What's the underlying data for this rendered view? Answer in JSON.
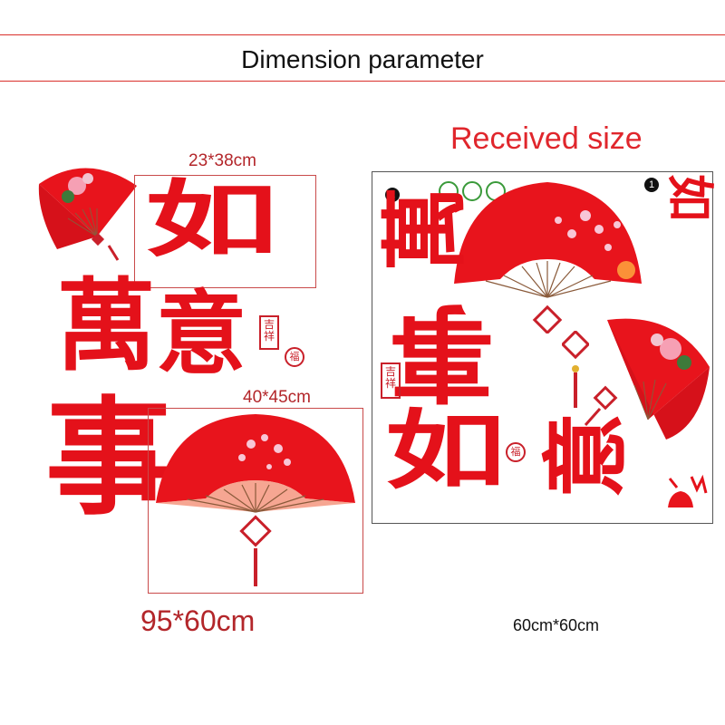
{
  "header": {
    "title": "Dimension parameter"
  },
  "left": {
    "dim_small_fan": "23*38cm",
    "dim_large_fan": "40*45cm",
    "dim_overall": "95*60cm",
    "calligraphy": {
      "char1": "萬",
      "char2": "事",
      "char3": "如",
      "char4": "意"
    },
    "seal_text": "吉祥",
    "round_seal_text": "福"
  },
  "right": {
    "heading": "Received size",
    "sheet_size": "60cm*60cm",
    "badge1": "1",
    "badge2": "1",
    "seal_text": "吉祥",
    "round_seal_text": "福",
    "calligraphy": {
      "char1": "萬",
      "char2": "事",
      "char3": "如",
      "char4": "意"
    }
  },
  "colors": {
    "accent": "#e4111a",
    "rule": "#d9302a",
    "fan_red": "#e8141c",
    "frame": "#c94a4a"
  }
}
